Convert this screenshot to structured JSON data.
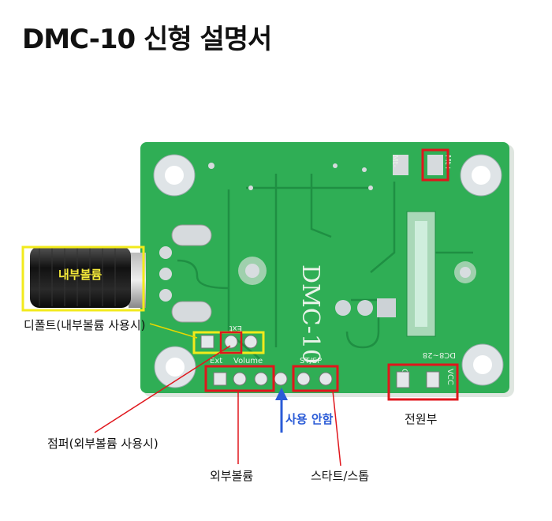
{
  "title": "DMC-10 신형 설명서",
  "board": {
    "model_text": "DMC-10",
    "silkscreen": {
      "ext_small": "Ext",
      "ext": "Ext",
      "volume": "Volume",
      "stsp": "ST/SP",
      "dc": "DC8~28",
      "gnd": "GND",
      "vcc": "VCC",
      "mt_minus": "Mt-",
      "mt_plus": "Mt+"
    }
  },
  "labels": {
    "internal_volume": "내부볼륨",
    "default": "디폴트(내부볼륨 사용시)",
    "jumper": "점퍼(외부볼륨 사용시)",
    "external_volume": "외부볼륨",
    "unused": "사용 안함",
    "start_stop": "스타트/스톱",
    "power": "전원부"
  },
  "colors": {
    "board": "#2fae55",
    "highlight_red": "#e0161c",
    "highlight_yellow": "#f2ea1c",
    "arrow_blue": "#2a5bd7",
    "leader_red": "#e0161c",
    "leader_yellow": "#e8d800"
  }
}
